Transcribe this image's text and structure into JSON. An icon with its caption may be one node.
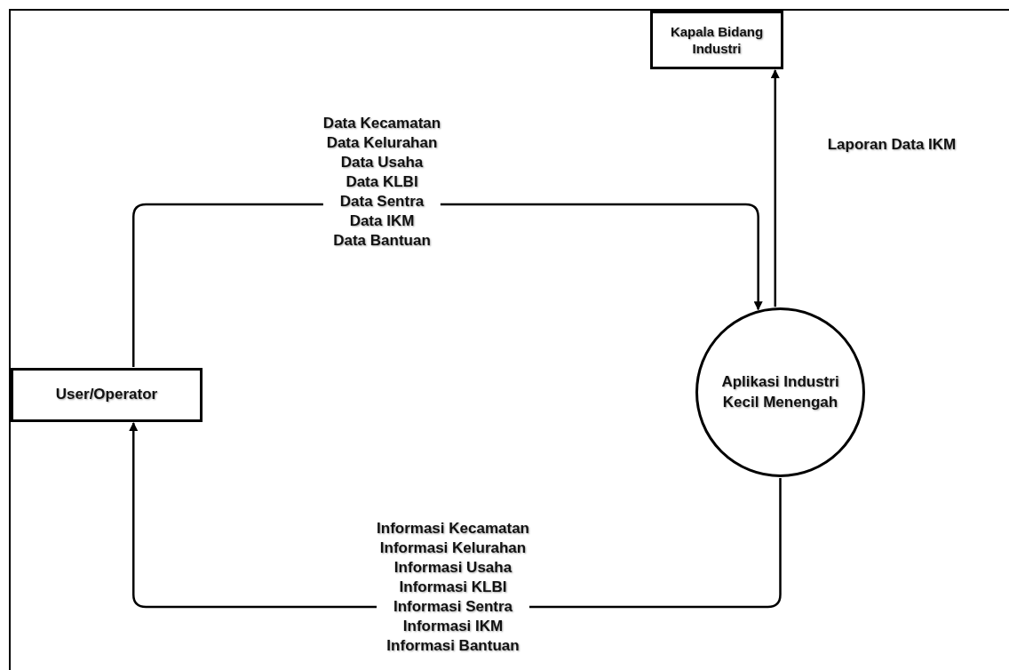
{
  "diagram": {
    "nodes": [
      {
        "text": [
          "Kapala Bidang Industri"
        ]
      },
      {
        "text": [
          "User/Operator"
        ]
      },
      {
        "text": [
          "Aplikasi Industri Kecil Menengah"
        ]
      }
    ],
    "edges": [
      {
        "from": 1,
        "to": 2,
        "arrow": "to",
        "label": "Data Kecamatan Data Kelurahan Data Usaha Data KLBI Data Sentra Data IKM Data Bantuan"
      },
      {
        "from": 2,
        "to": 0,
        "arrow": "to",
        "label": "Laporan Data IKM"
      },
      {
        "from": 2,
        "to": 1,
        "arrow": "to",
        "label": "Informasi Kecamatan Informasi Kelurahan Informasi Usaha Informasi KLBI Informasi Sentra Informasi IKM Informasi Bantuan"
      }
    ]
  }
}
